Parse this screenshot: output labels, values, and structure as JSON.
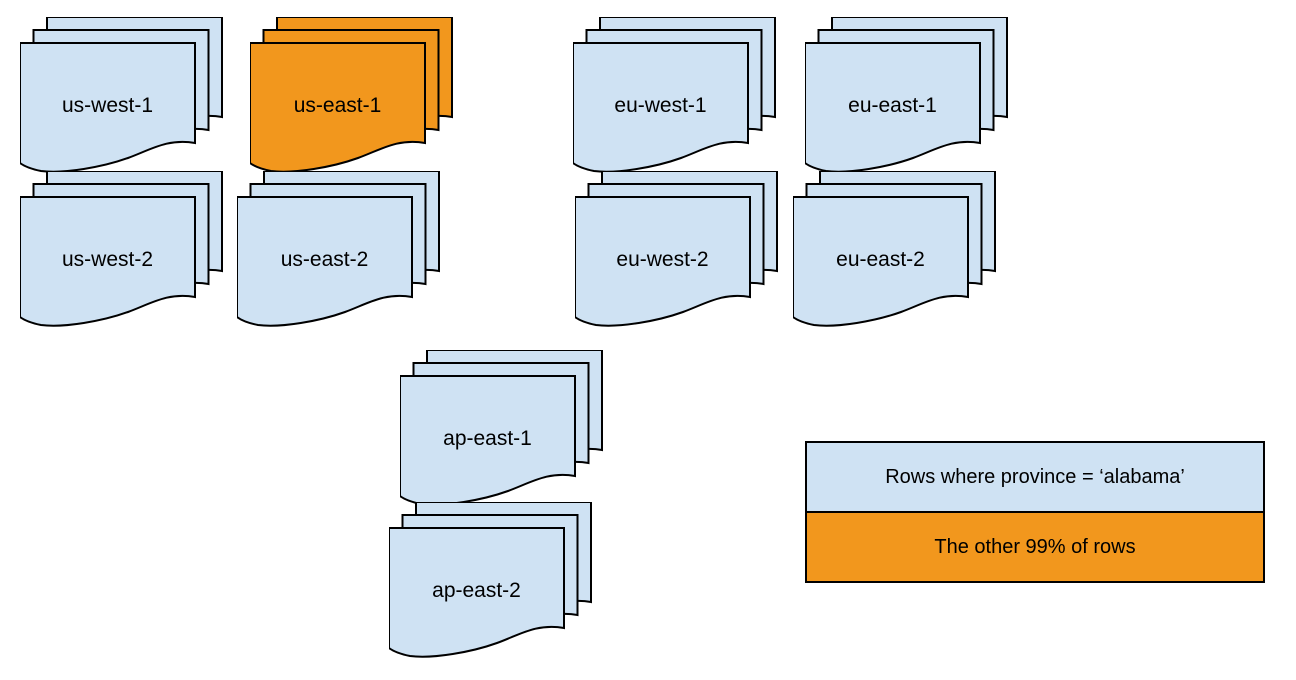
{
  "colors": {
    "doc_fill": "#cfe2f3",
    "highlight_fill": "#f2971d",
    "stroke": "#000000",
    "background": "#ffffff"
  },
  "stacks": [
    {
      "label": "us-west-1",
      "highlighted": false
    },
    {
      "label": "us-east-1",
      "highlighted": true
    },
    {
      "label": "eu-west-1",
      "highlighted": false
    },
    {
      "label": "eu-east-1",
      "highlighted": false
    },
    {
      "label": "us-west-2",
      "highlighted": false
    },
    {
      "label": "us-east-2",
      "highlighted": false
    },
    {
      "label": "eu-west-2",
      "highlighted": false
    },
    {
      "label": "eu-east-2",
      "highlighted": false
    },
    {
      "label": "ap-east-1",
      "highlighted": false
    },
    {
      "label": "ap-east-2",
      "highlighted": false
    }
  ],
  "legend": {
    "items": [
      {
        "label": "Rows where province = ‘alabama’",
        "swatch": "doc_fill"
      },
      {
        "label": "The other 99% of rows",
        "swatch": "highlight_fill"
      }
    ]
  }
}
